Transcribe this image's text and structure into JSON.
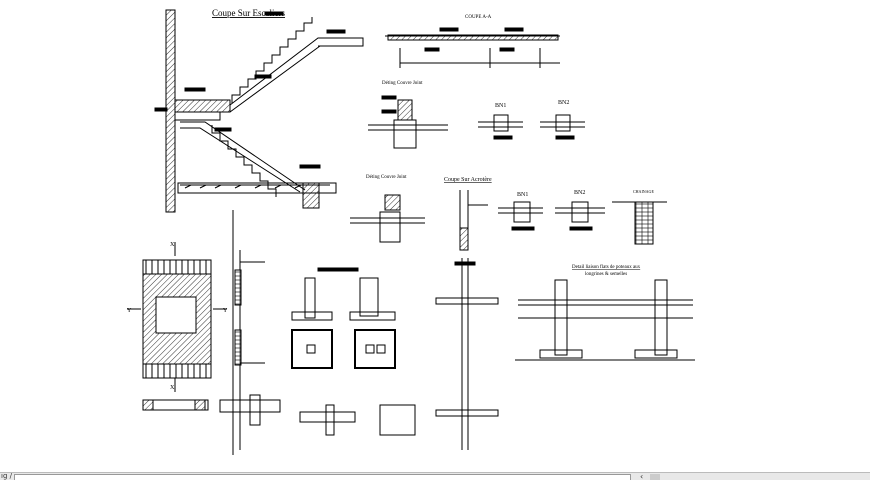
{
  "drawing": {
    "stair_title": "Coupe Sur Escaliers",
    "section_aa_title": "COUPE A-A",
    "joint_detail_1": "Déting Couvre Joint",
    "joint_detail_2": "Déting Couvre Joint",
    "bn1_a": "BN1",
    "bn2_a": "BN2",
    "bn1_b": "BN1",
    "bn2_b": "BN2",
    "acrotere_title": "Coupe Sur Acrotère",
    "chainage_title": "CHAINAGE",
    "liaison_title_1": "Detail liaison flats de poteaux aux",
    "liaison_title_2": "longrines & semelles",
    "axis_x_top": "X",
    "axis_x_bottom": "X",
    "axis_y_left": "Y",
    "axis_y_right": "Y"
  },
  "statusbar": {
    "command_prefix": "ıg /",
    "scroll_left": "‹"
  },
  "colors": {
    "ink": "#000000",
    "background": "#ffffff",
    "statusbar": "#e8e8e8"
  }
}
